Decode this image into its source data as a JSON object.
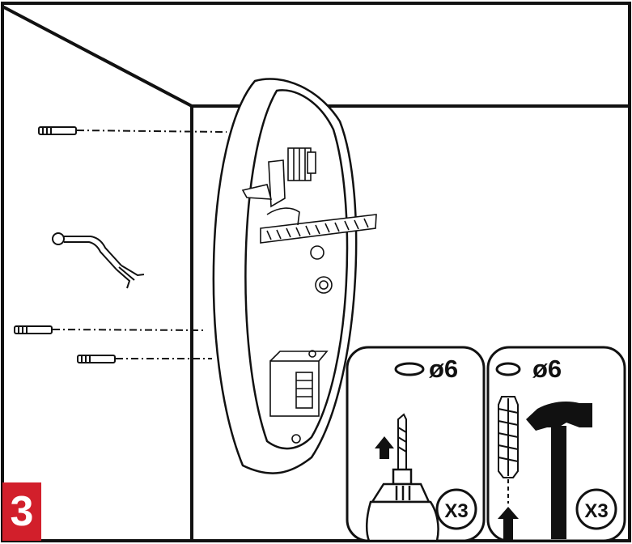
{
  "step": {
    "number": "3"
  },
  "drill_panel": {
    "diameter_label": "ø6",
    "quantity_label": "X3"
  },
  "anchor_panel": {
    "diameter_label": "ø6",
    "quantity_label": "X3"
  },
  "colors": {
    "step_badge": "#d21f2b",
    "line": "#111111"
  }
}
